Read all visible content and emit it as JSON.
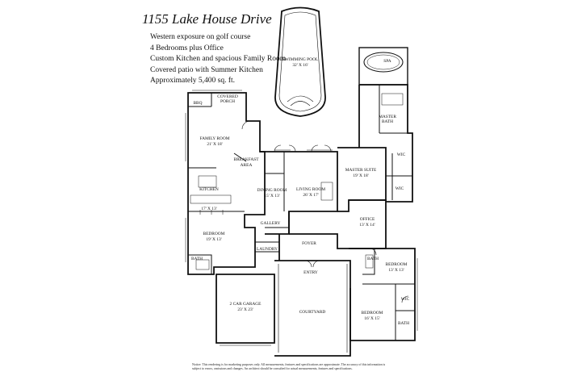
{
  "title": "1155 Lake House Drive",
  "features": [
    "Western exposure on golf course",
    "4 Bedrooms plus Office",
    "Custom Kitchen and spacious Family Room",
    "Covered patio with Summer Kitchen",
    "Approximately 5,400 sq. ft."
  ],
  "pool": {
    "name": "SWIMMING POOL",
    "dims": "32' X 16'"
  },
  "spa": "SPA",
  "bbq": "BBQ",
  "covered_porch": [
    "COVERED",
    "PORCH"
  ],
  "family_room": {
    "name": "FAMILY ROOM",
    "dims": "21' X 18'"
  },
  "breakfast_area": [
    "BREAKFAST",
    "AREA"
  ],
  "kitchen": {
    "name": "KITCHEN",
    "dims": "17' X 13'"
  },
  "dining_room": {
    "name": "DINING ROOM",
    "dims": "15' X 13'"
  },
  "living_room": {
    "name": "LIVING ROOM",
    "dims": "26' X 17'"
  },
  "master_suite": {
    "name": "MASTER SUITE",
    "dims": "19' X 18'"
  },
  "master_bath": [
    "MASTER",
    "BATH"
  ],
  "wic": "WIC",
  "office": {
    "name": "OFFICE",
    "dims": "13' X 14'"
  },
  "bedroom_west": {
    "name": "BEDROOM",
    "dims": "19' X 13'"
  },
  "bedroom_east": {
    "name": "BEDROOM",
    "dims": "13' X 13'"
  },
  "bedroom_south": {
    "name": "BEDROOM",
    "dims": "16' X 15'"
  },
  "bath": "BATH",
  "gallery": "GALLERY",
  "laundry": "LAUNDRY",
  "foyer": "FOYER",
  "entry": "ENTRY",
  "garage": {
    "name": "2 CAR GARAGE",
    "dims": "23' X 23'"
  },
  "courtyard": "COURTYARD",
  "notice": "Notice: This rendering is for marketing purposes only. All measurements, features and specifications are approximate. The accuracy of this information is subject to errors, omissions and changes. An architect should be consulted for actual measurements, features and specifications."
}
